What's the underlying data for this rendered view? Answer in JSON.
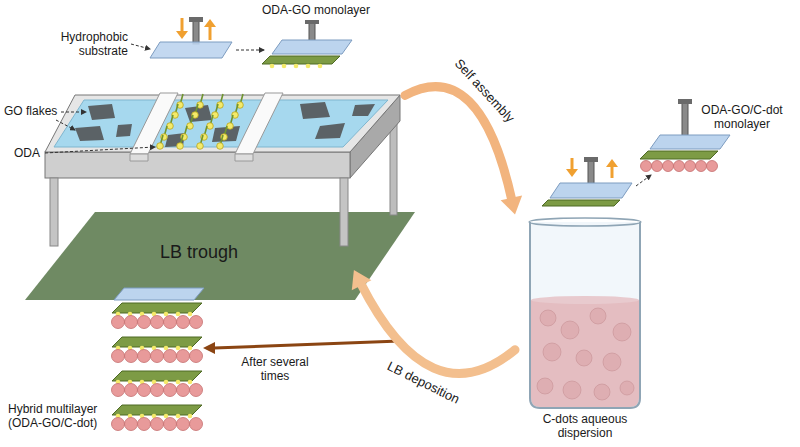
{
  "diagram": {
    "nodes": [
      {
        "text": [
          "LB trough"
        ]
      },
      {
        "text": [
          "C-dots aqueous dispersion"
        ]
      },
      {
        "text": [
          "Hybrid multilayer (ODA-GO/C-dot)"
        ]
      }
    ],
    "edges": [
      {
        "from": 0,
        "to": 1,
        "arrow": "to",
        "label": "Self assembly"
      },
      {
        "from": 1,
        "to": 0,
        "arrow": "to",
        "label": "LB deposition"
      }
    ],
    "labels": [
      "Hydrophobic substrate",
      "ODA-GO monolayer",
      "GO flakes",
      "ODA",
      "ODA-GO/C-dot monolayer",
      "After several times"
    ]
  }
}
